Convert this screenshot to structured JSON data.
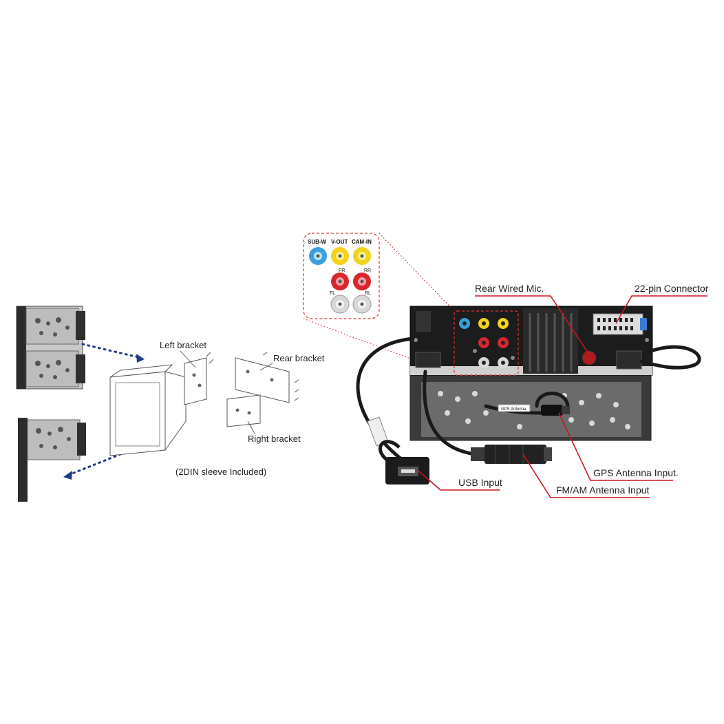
{
  "labels": {
    "left_bracket": "Left bracket",
    "rear_bracket": "Rear bracket",
    "right_bracket": "Right bracket",
    "sleeve_note": "(2DIN sleeve Included)",
    "rear_wired_mic": "Rear Wired Mic.",
    "pin_connector": "22-pin Connector",
    "gps_antenna_input": "GPS Antenna Input.",
    "usb_input": "USB Input",
    "fm_am_antenna_input": "FM/AM Antenna Input",
    "gps_antenna_tag": "GPS Antenna"
  },
  "rca_panel": {
    "sub_w": "SUB-W",
    "v_out": "V-OUT",
    "cam_in": "CAM-IN",
    "fr": "FR",
    "rr": "RR",
    "fl": "FL",
    "rl": "RL"
  },
  "colors": {
    "callout_red": "#c8161d",
    "arrow_blue": "#1f3a8a",
    "rca_blue": "#3aa0dc",
    "rca_yellow": "#f2d21b",
    "rca_red": "#d9262c",
    "rca_white": "#d8d8d8"
  }
}
